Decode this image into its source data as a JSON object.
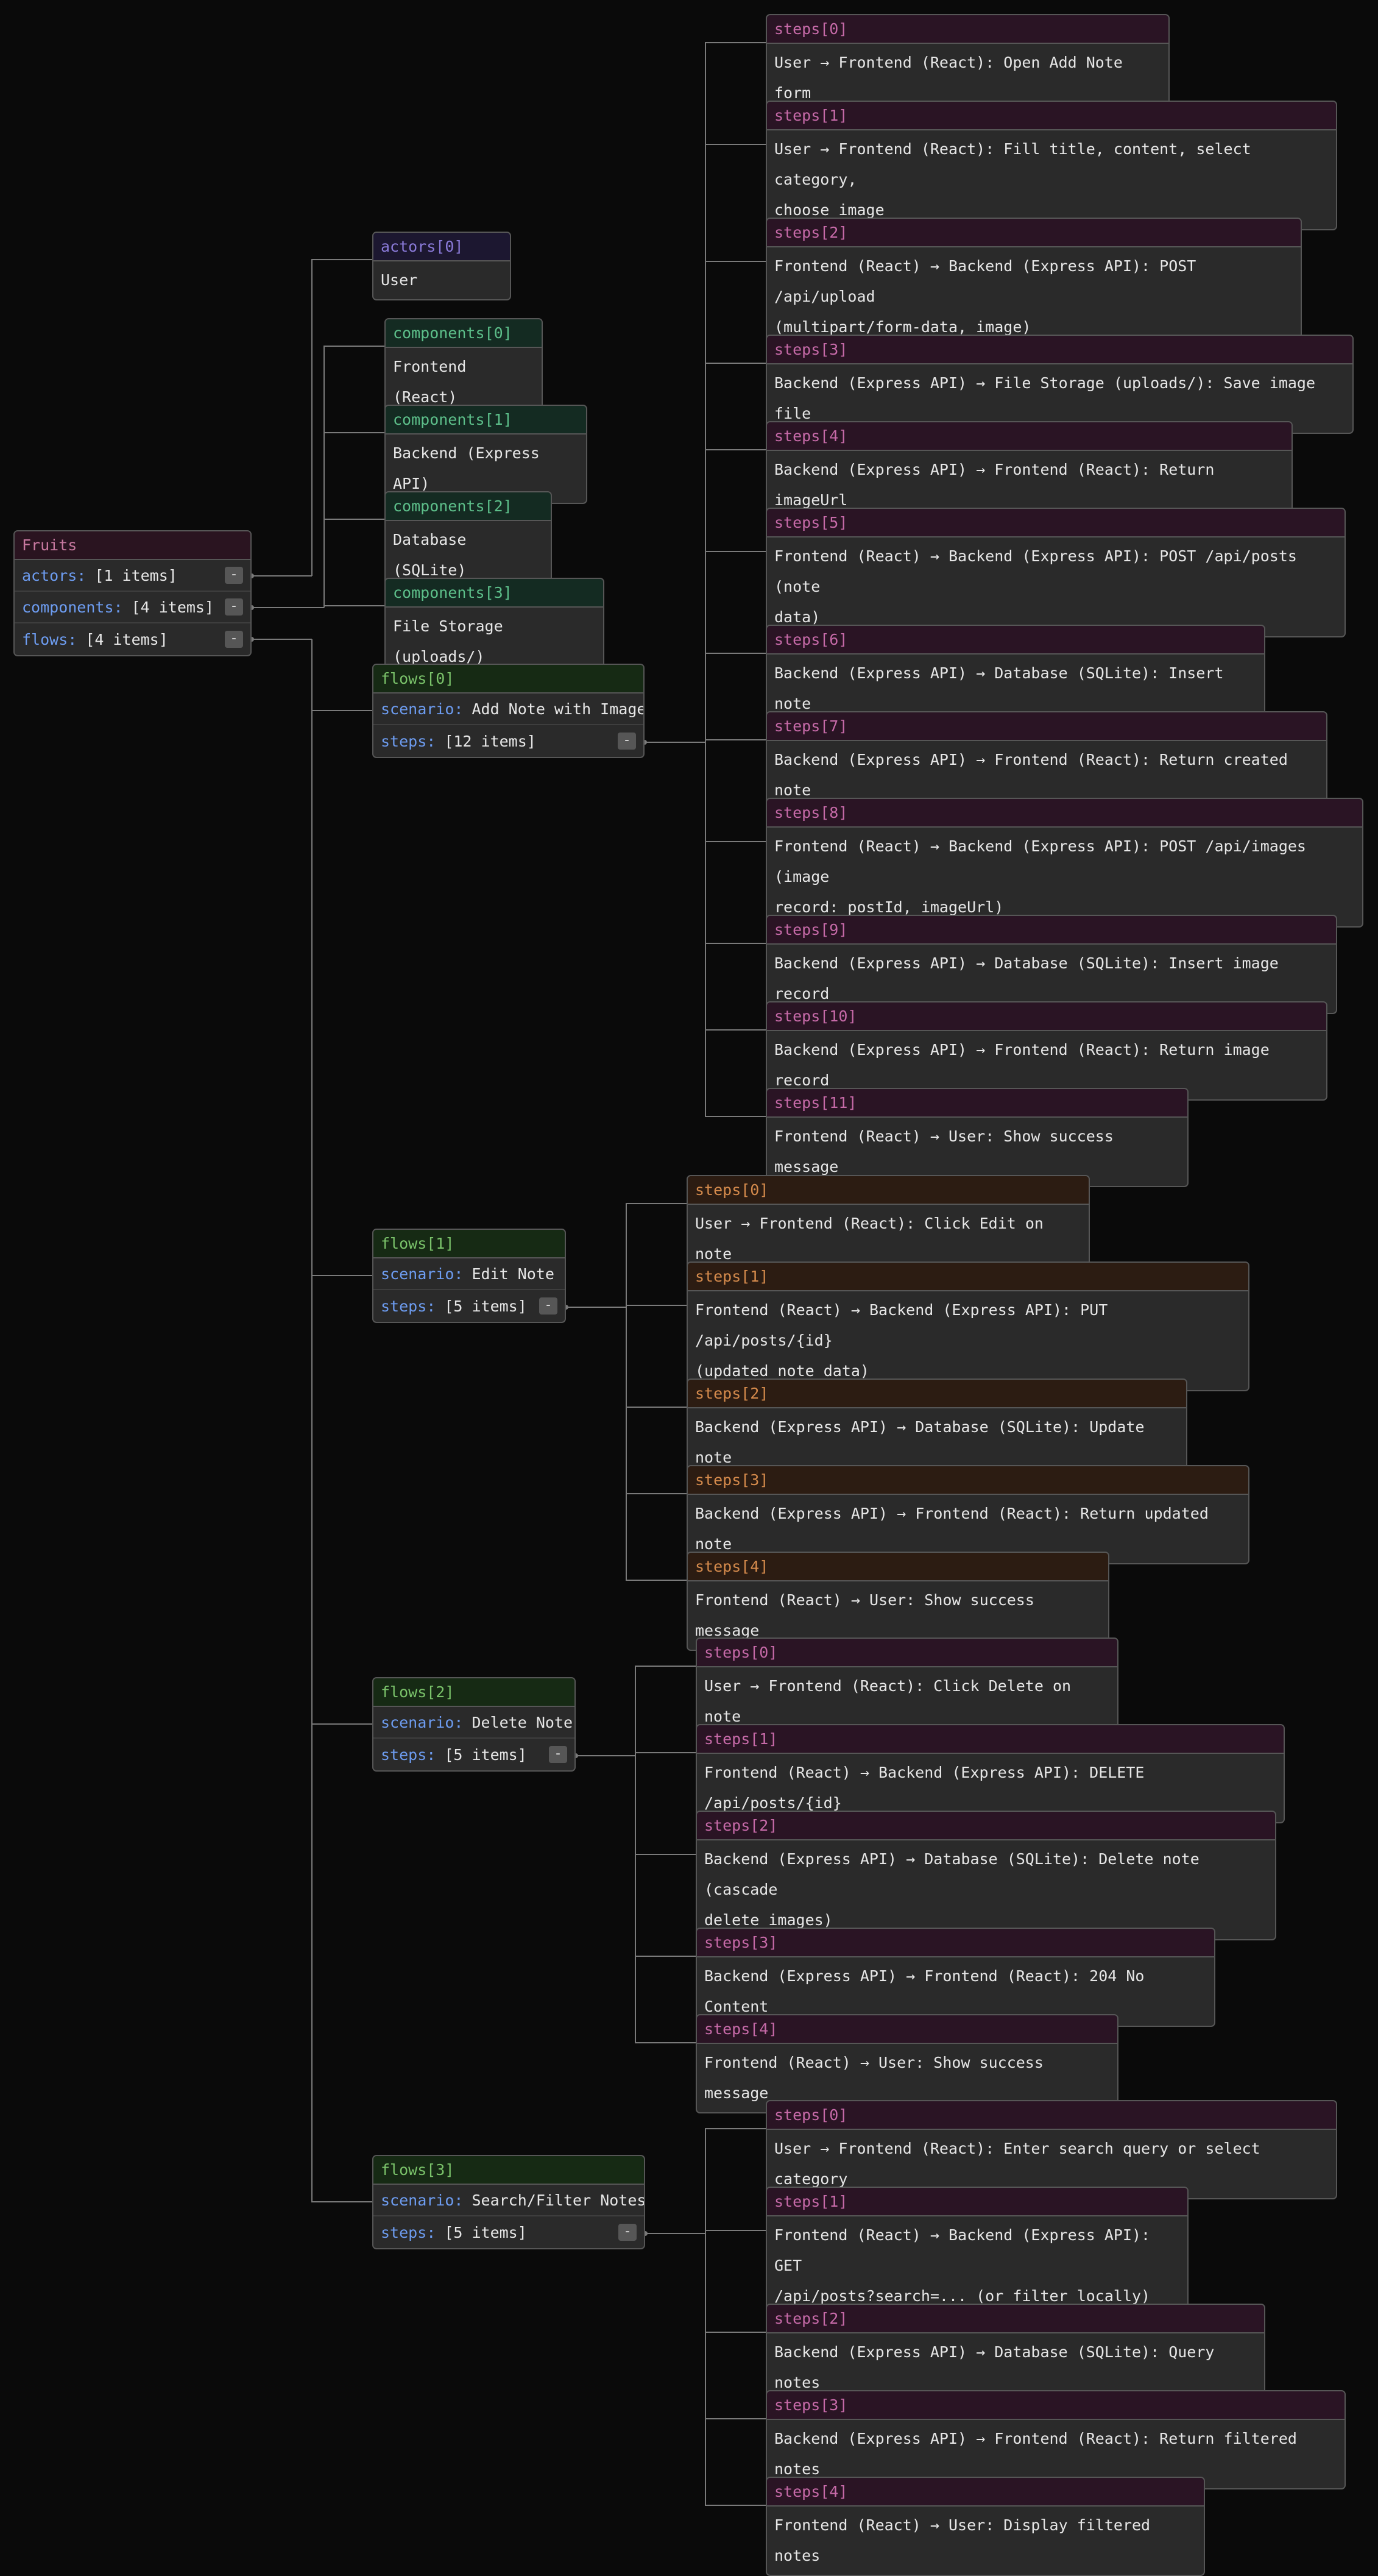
{
  "root": {
    "title": "Fruits",
    "rows": [
      {
        "key": "actors:",
        "value": "[1 items]",
        "toggle": "-"
      },
      {
        "key": "components:",
        "value": "[4 items]",
        "toggle": "-"
      },
      {
        "key": "flows:",
        "value": "[4 items]",
        "toggle": "-"
      }
    ]
  },
  "actors": [
    {
      "label": "actors[0]",
      "value": "User"
    }
  ],
  "components": [
    {
      "label": "components[0]",
      "value": "Frontend (React)"
    },
    {
      "label": "components[1]",
      "value": "Backend (Express API)"
    },
    {
      "label": "components[2]",
      "value": "Database (SQLite)"
    },
    {
      "label": "components[3]",
      "value": "File Storage (uploads/)"
    }
  ],
  "flows": [
    {
      "label": "flows[0]",
      "scenario_key": "scenario:",
      "scenario": "Add Note with Image",
      "steps_key": "steps:",
      "steps_count": "[12 items]",
      "toggle": "-",
      "steps": [
        {
          "label": "steps[0]",
          "text": "User → Frontend (React): Open Add Note form"
        },
        {
          "label": "steps[1]",
          "text": "User → Frontend (React): Fill title, content, select category,\nchoose image"
        },
        {
          "label": "steps[2]",
          "text": "Frontend (React) → Backend (Express API): POST /api/upload\n(multipart/form-data, image)"
        },
        {
          "label": "steps[3]",
          "text": "Backend (Express API) → File Storage (uploads/): Save image file"
        },
        {
          "label": "steps[4]",
          "text": "Backend (Express API) → Frontend (React): Return imageUrl"
        },
        {
          "label": "steps[5]",
          "text": "Frontend (React) → Backend (Express API): POST /api/posts (note\ndata)"
        },
        {
          "label": "steps[6]",
          "text": "Backend (Express API) → Database (SQLite): Insert note"
        },
        {
          "label": "steps[7]",
          "text": "Backend (Express API) → Frontend (React): Return created note"
        },
        {
          "label": "steps[8]",
          "text": "Frontend (React) → Backend (Express API): POST /api/images (image\nrecord: postId, imageUrl)"
        },
        {
          "label": "steps[9]",
          "text": "Backend (Express API) → Database (SQLite): Insert image record"
        },
        {
          "label": "steps[10]",
          "text": "Backend (Express API) → Frontend (React): Return image record"
        },
        {
          "label": "steps[11]",
          "text": "Frontend (React) → User: Show success message"
        }
      ]
    },
    {
      "label": "flows[1]",
      "scenario_key": "scenario:",
      "scenario": "Edit Note",
      "steps_key": "steps:",
      "steps_count": "[5 items]",
      "toggle": "-",
      "steps": [
        {
          "label": "steps[0]",
          "text": "User → Frontend (React): Click Edit on note"
        },
        {
          "label": "steps[1]",
          "text": "Frontend (React) → Backend (Express API): PUT /api/posts/{id}\n(updated note data)"
        },
        {
          "label": "steps[2]",
          "text": "Backend (Express API) → Database (SQLite): Update note"
        },
        {
          "label": "steps[3]",
          "text": "Backend (Express API) → Frontend (React): Return updated note"
        },
        {
          "label": "steps[4]",
          "text": "Frontend (React) → User: Show success message"
        }
      ]
    },
    {
      "label": "flows[2]",
      "scenario_key": "scenario:",
      "scenario": "Delete Note",
      "steps_key": "steps:",
      "steps_count": "[5 items]",
      "toggle": "-",
      "steps": [
        {
          "label": "steps[0]",
          "text": "User → Frontend (React): Click Delete on note"
        },
        {
          "label": "steps[1]",
          "text": "Frontend (React) → Backend (Express API): DELETE /api/posts/{id}"
        },
        {
          "label": "steps[2]",
          "text": "Backend (Express API) → Database (SQLite): Delete note (cascade\ndelete images)"
        },
        {
          "label": "steps[3]",
          "text": "Backend (Express API) → Frontend (React): 204 No Content"
        },
        {
          "label": "steps[4]",
          "text": "Frontend (React) → User: Show success message"
        }
      ]
    },
    {
      "label": "flows[3]",
      "scenario_key": "scenario:",
      "scenario": "Search/Filter Notes",
      "steps_key": "steps:",
      "steps_count": "[5 items]",
      "toggle": "-",
      "steps": [
        {
          "label": "steps[0]",
          "text": "User → Frontend (React): Enter search query or select category"
        },
        {
          "label": "steps[1]",
          "text": "Frontend (React) → Backend (Express API): GET\n/api/posts?search=... (or filter locally)"
        },
        {
          "label": "steps[2]",
          "text": "Backend (Express API) → Database (SQLite): Query notes"
        },
        {
          "label": "steps[3]",
          "text": "Backend (Express API) → Frontend (React): Return filtered notes"
        },
        {
          "label": "steps[4]",
          "text": "Frontend (React) → User: Display filtered notes"
        }
      ]
    }
  ],
  "colors": {
    "background": "#0a0a0a",
    "node_body": "#2a2a2a",
    "node_border": "#565656",
    "key_blue": "#6d9cf0",
    "root_header": "#c879a0",
    "actor_header": "#8a7ad8",
    "component_header": "#5dbf8a",
    "flow_header": "#7ac26a",
    "step_header_pink": "#c66aa8",
    "step_header_orange": "#d48a4c",
    "wire": "#7a7a7a"
  }
}
